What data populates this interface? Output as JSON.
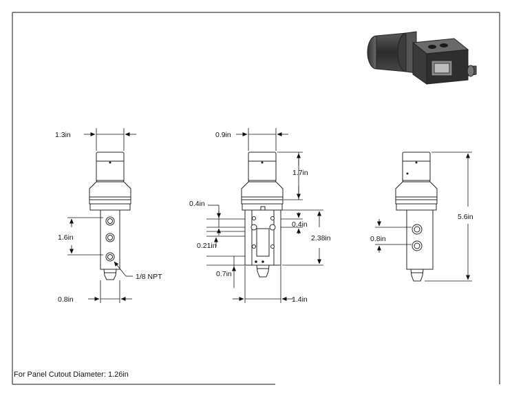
{
  "front_view": {
    "width_top": "1.3in",
    "port_spacing": "1.6in",
    "port_callout": "1/8 NPT",
    "width_bottom": "0.8in"
  },
  "side_view": {
    "width_top": "0.9in",
    "cap_height": "1.7in",
    "left_offset": "0.4in",
    "right_offset": "0.4in",
    "slot_offset": "0.21in",
    "body_height": "2.38in",
    "bottom_offset": "0.7in",
    "body_width": "1.4in"
  },
  "rear_view": {
    "port_spacing": "0.8in",
    "overall_height": "5.6in"
  },
  "footer": {
    "note": "For Panel Cutout Diameter: 1.26in"
  }
}
